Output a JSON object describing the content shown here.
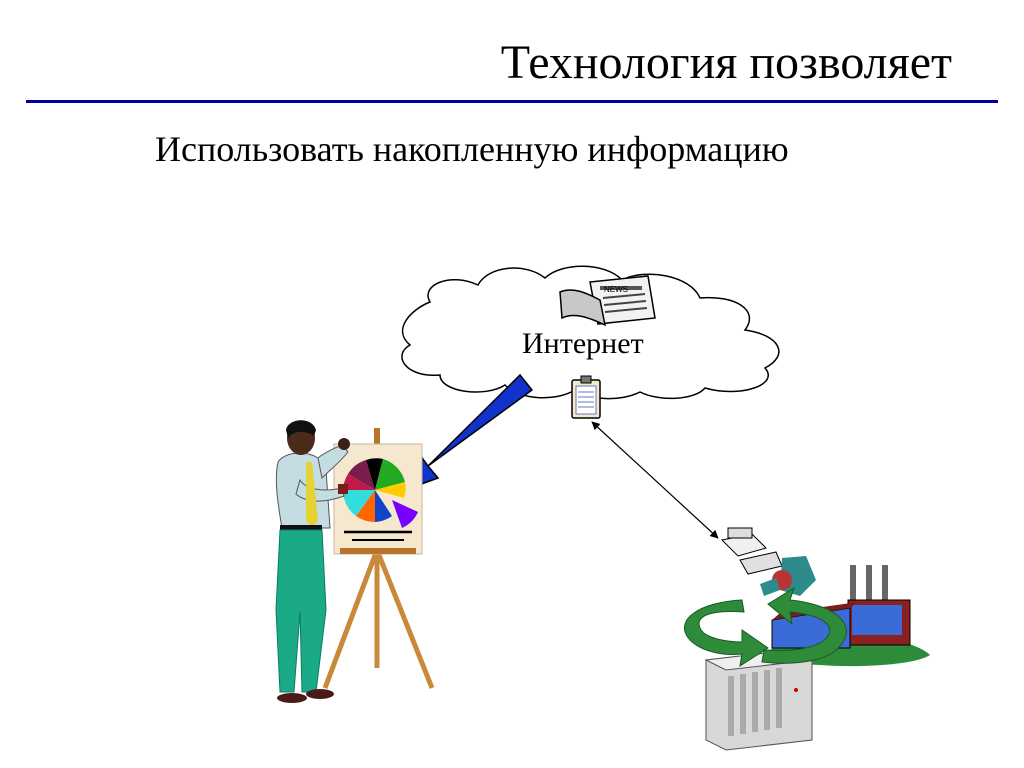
{
  "slide": {
    "title": "Технология позволяет",
    "subtitle": "Использовать накопленную информацию"
  },
  "diagram": {
    "cloud_label": "Интернет",
    "newspaper_masthead": "NEWS",
    "nodes": [
      {
        "id": "internet",
        "label": "Интернет",
        "icon": "cloud-icon"
      },
      {
        "id": "news",
        "icon": "newspaper-icon"
      },
      {
        "id": "document",
        "icon": "clipboard-icon"
      },
      {
        "id": "presenter",
        "icon": "presenter-easel-icon"
      },
      {
        "id": "enterprise",
        "icon": "factory-server-icon"
      }
    ],
    "colors": {
      "title_rule": "#000099",
      "arrow_blue": "#1133cc",
      "cycle_green": "#2e8b3a",
      "pants": "#1aaa88"
    },
    "pie_colors": [
      "#7b1d4a",
      "#000000",
      "#22aa22",
      "#ffcc00",
      "#7700ff",
      "#1144cc",
      "#ff6600",
      "#33dddd"
    ]
  }
}
